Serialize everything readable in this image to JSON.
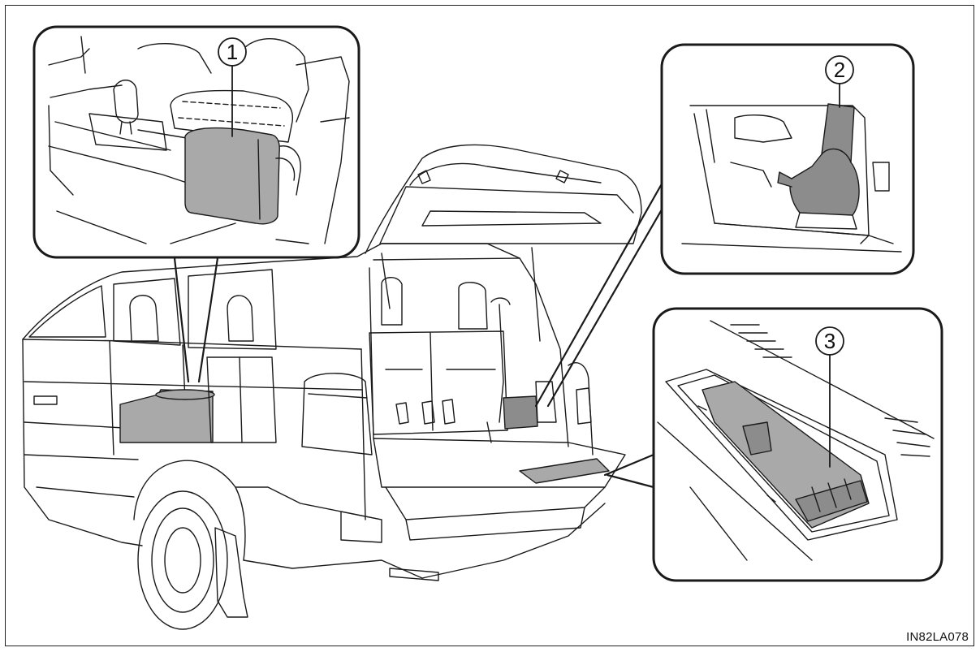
{
  "callouts": [
    {
      "id": "1",
      "label": "1"
    },
    {
      "id": "2",
      "label": "2"
    },
    {
      "id": "3",
      "label": "3"
    }
  ],
  "figure_code": "IN82LA078",
  "colors": {
    "line": "#1a1a1a",
    "highlight": "#a9a9a9",
    "highlight_dark": "#8c8c8c",
    "background": "#ffffff"
  }
}
